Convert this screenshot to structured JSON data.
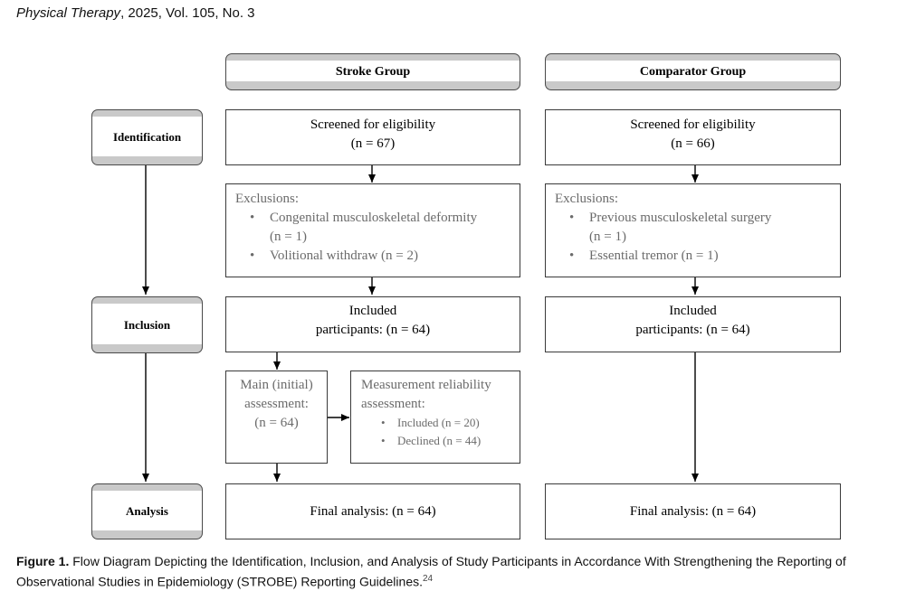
{
  "journal": {
    "name": "Physical Therapy",
    "details": ", 2025, Vol. 105, No. 3"
  },
  "headers": {
    "stroke": "Stroke Group",
    "comparator": "Comparator Group"
  },
  "stages": {
    "identification": "Identification",
    "inclusion": "Inclusion",
    "analysis": "Analysis"
  },
  "stroke": {
    "screened_label": "Screened for eligibility",
    "screened_n": "(n = 67)",
    "exclusions_title": "Exclusions:",
    "exclusions": [
      {
        "text": "Congenital musculoskeletal deformity",
        "n": "(n = 1)"
      },
      {
        "text": "Volitional withdraw (n = 2)"
      }
    ],
    "included_line1": "Included",
    "included_line2": "participants: (n = 64)",
    "main_assessment": {
      "line1": "Main (initial)",
      "line2": "assessment:",
      "line3": "(n = 64)"
    },
    "reliability": {
      "line1": "Measurement reliability",
      "line2": "assessment:",
      "items": [
        "Included (n = 20)",
        "Declined (n = 44)"
      ]
    },
    "final": "Final analysis: (n = 64)"
  },
  "comparator": {
    "screened_label": "Screened for eligibility",
    "screened_n": "(n = 66)",
    "exclusions_title": "Exclusions:",
    "exclusions": [
      {
        "text": "Previous musculoskeletal surgery",
        "n": "(n = 1)"
      },
      {
        "text": "Essential tremor (n = 1)"
      }
    ],
    "included_line1": "Included",
    "included_line2": "participants: (n = 64)",
    "final": "Final analysis: (n = 64)"
  },
  "caption": {
    "label": "Figure 1.",
    "text": " Flow Diagram Depicting the Identification, Inclusion, and Analysis of Study Participants in Accordance With Strengthening the Reporting of Observational Studies in Epidemiology (STROBE) Reporting Guidelines.",
    "ref": "24"
  }
}
